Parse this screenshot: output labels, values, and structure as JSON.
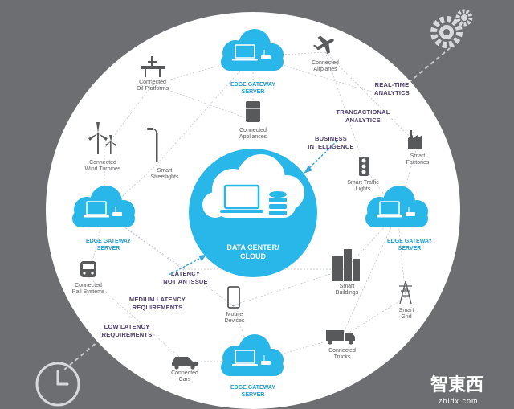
{
  "center": {
    "label_line1": "DATA CENTER/",
    "label_line2": "CLOUD"
  },
  "gateways": {
    "top": {
      "line1": "EDGE GATEWAY",
      "line2": "SERVER"
    },
    "left": {
      "line1": "EDGE GATEWAY",
      "line2": "SERVER"
    },
    "right": {
      "line1": "EDGE GATEWAY",
      "line2": "SERVER"
    },
    "bottom": {
      "line1": "EDGE GATEWAY",
      "line2": "SERVER"
    }
  },
  "devices": {
    "oil": {
      "line1": "Connected",
      "line2": "Oil Platforms"
    },
    "airplanes": {
      "line1": "Connected",
      "line2": "Airplanes"
    },
    "appliances": {
      "line1": "Connected",
      "line2": "Appliances"
    },
    "wind": {
      "line1": "Connected",
      "line2": "Wind Turbines"
    },
    "streetlights": {
      "line1": "Smart",
      "line2": "Streetlights"
    },
    "factories": {
      "line1": "Smart",
      "line2": "Factories"
    },
    "traffic": {
      "line1": "Smart Traffic",
      "line2": "Lights"
    },
    "rail": {
      "line1": "Connected",
      "line2": "Rail Systems"
    },
    "buildings": {
      "line1": "Smart",
      "line2": "Buildings"
    },
    "grid": {
      "line1": "Smart",
      "line2": "Grid"
    },
    "mobile": {
      "line1": "Mobile",
      "line2": "Devices"
    },
    "trucks": {
      "line1": "Connected",
      "line2": "Trucks"
    },
    "cars": {
      "line1": "Connected",
      "line2": "Cars"
    }
  },
  "annotations": {
    "realtime": {
      "line1": "REAL-TIME",
      "line2": "ANALYTICS"
    },
    "transactional": {
      "line1": "TRANSACTIONAL",
      "line2": "ANALYTICS"
    },
    "business": {
      "line1": "BUSINESS",
      "line2": "INTELLIGENCE"
    },
    "latency": {
      "line1": "LATENCY",
      "line2": "NOT AN ISSUE"
    },
    "medium": {
      "line1": "MEDIUM LATENCY",
      "line2": "REQUIREMENTS"
    },
    "low": {
      "line1": "LOW LATENCY",
      "line2": "REQUIREMENTS"
    }
  },
  "watermark": {
    "chinese": "智東西",
    "latin": "zhidx.com"
  },
  "colors": {
    "background": "#6d6e71",
    "disc": "#ffffff",
    "cloud": "#29b6e8",
    "accent_text": "#4a3b6b",
    "gateway_text": "#1f9ccf",
    "icon": "#58595b"
  }
}
